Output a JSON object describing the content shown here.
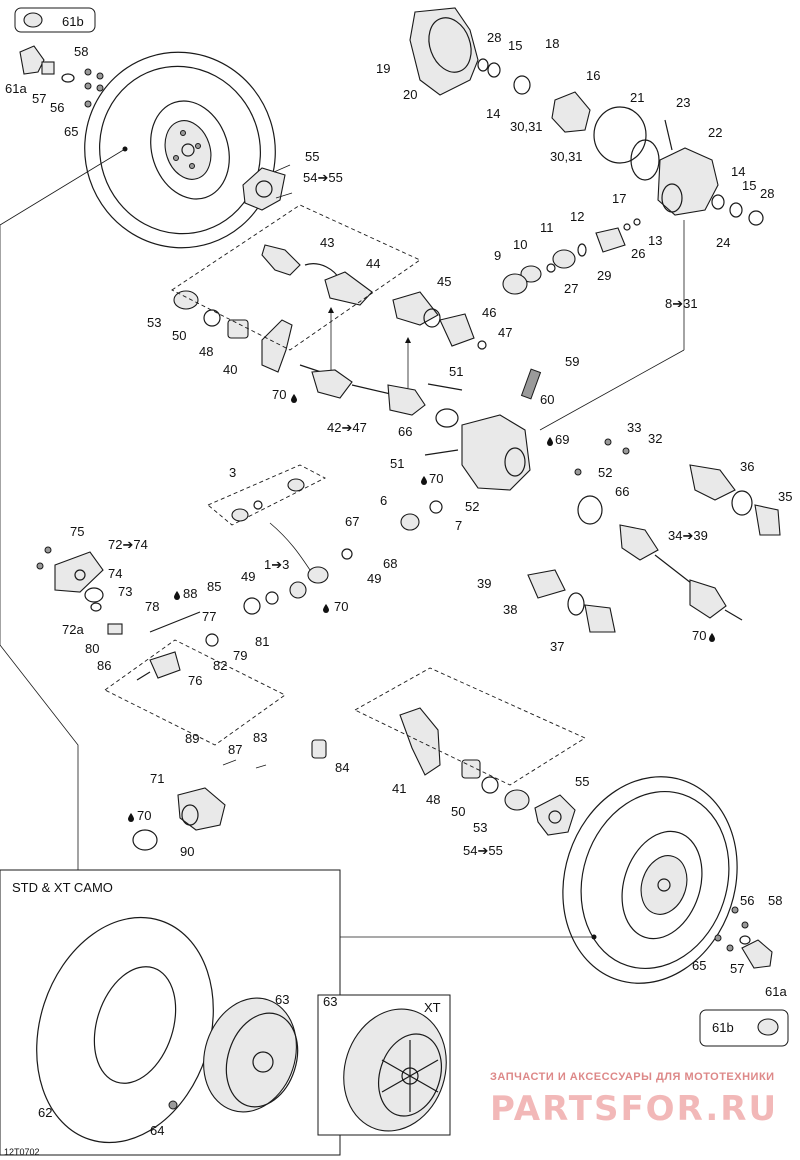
{
  "diagram_code": "12T0702",
  "variant_box_title": "STD & XT CAMO",
  "inset_box_title": "XT",
  "watermark": {
    "subtitle": "ЗАПЧАСТИ И АКСЕССУАРЫ ДЛЯ МОТОТЕХНИКИ",
    "brand": "PARTSFOR.RU"
  },
  "callouts": {
    "c1": "61b",
    "c2": "58",
    "c3": "61a",
    "c4": "57",
    "c5": "56",
    "c6": "65",
    "c7": "55",
    "c8": "54➔55",
    "c9": "19",
    "c10": "20",
    "c11": "28",
    "c12": "15",
    "c13": "18",
    "c14": "16",
    "c15": "14",
    "c16": "30,31",
    "c17": "21",
    "c18": "23",
    "c19": "30,31",
    "c20": "22",
    "c21": "17",
    "c22": "14",
    "c23": "15",
    "c24": "28",
    "c25": "24",
    "c26": "12",
    "c27": "11",
    "c28": "13",
    "c29": "26",
    "c30": "10",
    "c31": "9",
    "c32": "29",
    "c33": "27",
    "c34": "43",
    "c35": "44",
    "c36": "45",
    "c37": "53",
    "c38": "50",
    "c39": "46",
    "c40": "47",
    "c41": "48",
    "c42": "8➔31",
    "c43": "40",
    "c44": "59",
    "c45": "70",
    "c46": "51",
    "c47": "60",
    "c48": "42➔47",
    "c49": "66",
    "c50": "69",
    "c51": "33",
    "c52": "32",
    "c53": "51",
    "c54": "3",
    "c55": "70",
    "c56": "52",
    "c57": "36",
    "c58": "66",
    "c59": "6",
    "c60": "52",
    "c61": "35",
    "c62": "7",
    "c63": "67",
    "c64": "34➔39",
    "c65": "75",
    "c66": "72➔74",
    "c67": "68",
    "c68": "1➔3",
    "c69": "49",
    "c70": "49",
    "c71": "39",
    "c72": "74",
    "c73": "85",
    "c74": "70",
    "c75": "38",
    "c76": "73",
    "c77": "88",
    "c78": "78",
    "c79": "77",
    "c80": "81",
    "c81": "72a",
    "c82": "80",
    "c83": "79",
    "c84": "37",
    "c85": "70",
    "c86": "86",
    "c87": "82",
    "c88": "76",
    "c89": "89",
    "c90": "87",
    "c91": "83",
    "c92": "84",
    "c93": "71",
    "c94": "55",
    "c95": "41",
    "c96": "48",
    "c97": "50",
    "c98": "53",
    "c99": "70",
    "c100": "90",
    "c101": "54➔55",
    "c102": "56",
    "c103": "58",
    "c104": "65",
    "c105": "57",
    "c106": "61a",
    "c107": "63",
    "c108": "63",
    "c109": "61b",
    "c110": "62",
    "c111": "64"
  },
  "oil_marker": "droplet-icon"
}
